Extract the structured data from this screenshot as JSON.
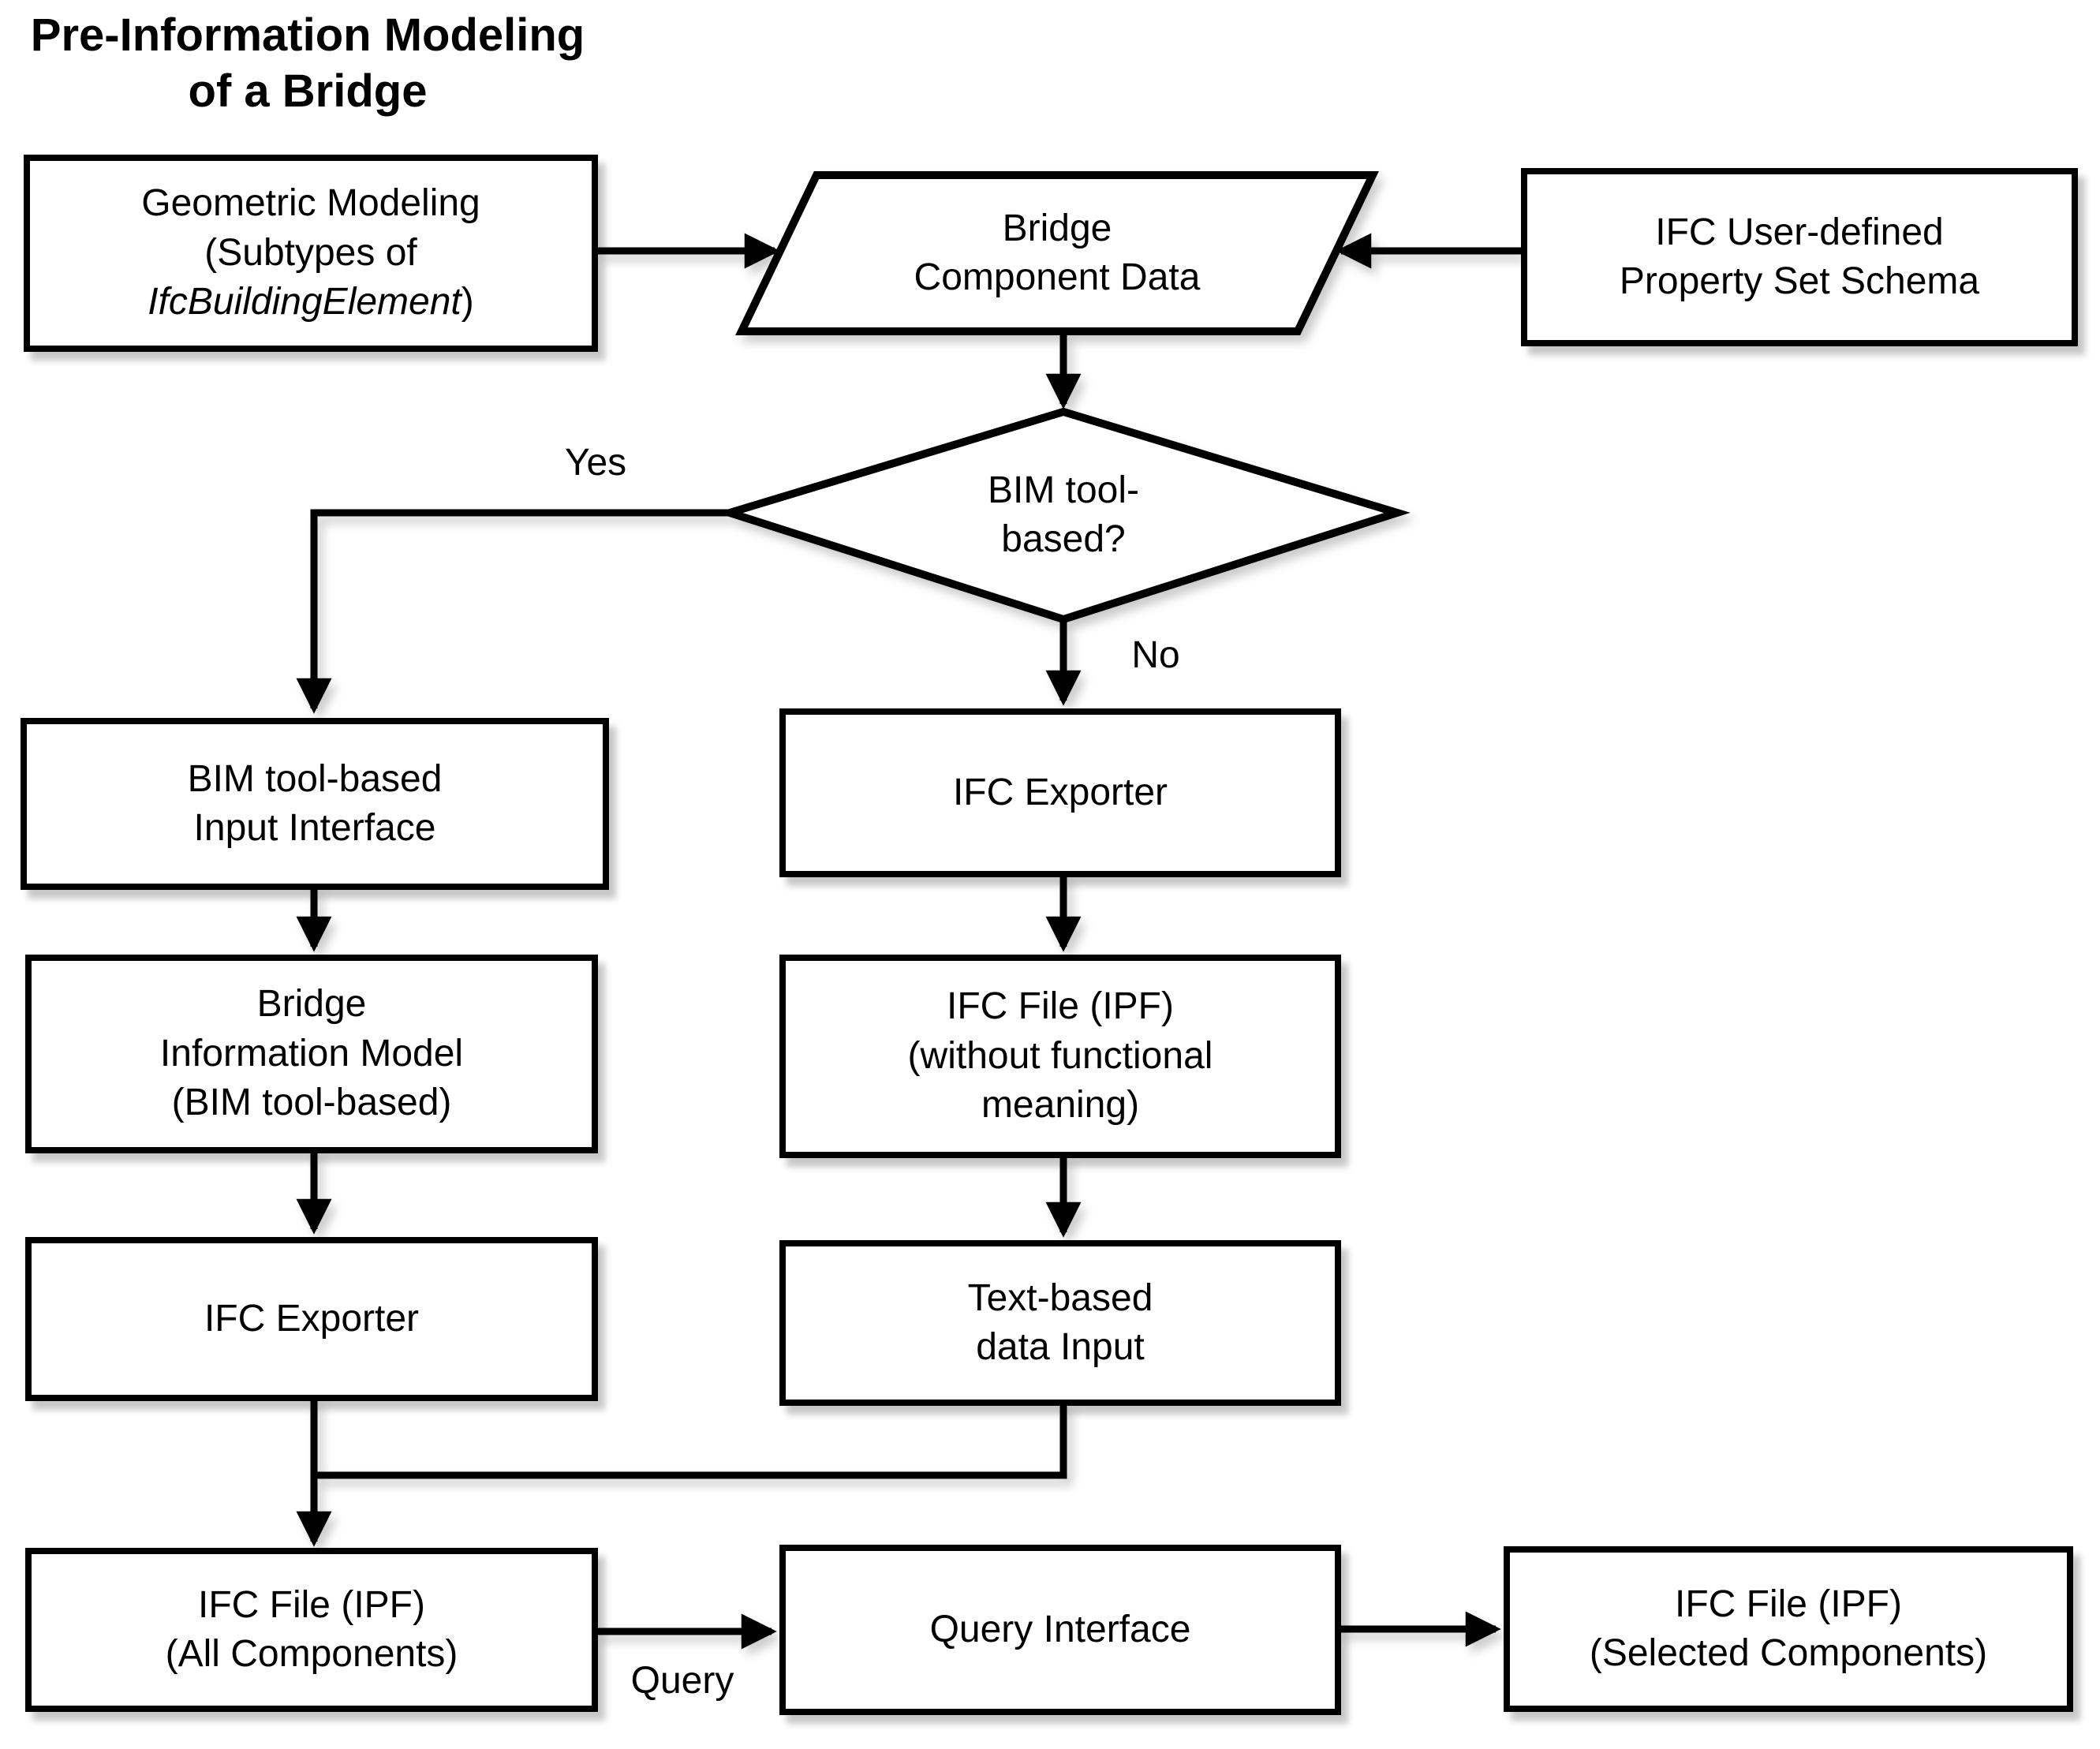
{
  "title": {
    "line1": "Pre-Information Modeling",
    "line2": "of a Bridge"
  },
  "colors": {
    "line": "#000000",
    "background": "#ffffff"
  },
  "nodes": {
    "geometric_modeling": {
      "lines": [
        "Geometric Modeling",
        "(Subtypes of"
      ],
      "line3_italic": "IfcBuildingElement",
      "line3_suffix": ")"
    },
    "bridge_component_data": {
      "lines": [
        "Bridge",
        "Component Data"
      ]
    },
    "ifc_pset_schema": {
      "lines": [
        "IFC User-defined",
        "Property Set Schema"
      ]
    },
    "bim_tool_decision": {
      "lines": [
        "BIM tool-",
        "based?"
      ]
    },
    "bim_input_interface": {
      "lines": [
        "BIM tool-based",
        "Input Interface"
      ]
    },
    "ifc_exporter_right": {
      "lines": [
        "IFC Exporter"
      ]
    },
    "bridge_information_model": {
      "lines": [
        "Bridge",
        "Information Model",
        "(BIM tool-based)"
      ]
    },
    "ifc_file_without_meaning": {
      "lines": [
        "IFC File (IPF)",
        "(without functional",
        "meaning)"
      ]
    },
    "ifc_exporter_left": {
      "lines": [
        "IFC Exporter"
      ]
    },
    "text_based_input": {
      "lines": [
        "Text-based",
        "data Input"
      ]
    },
    "ifc_file_all": {
      "lines": [
        "IFC File (IPF)",
        "(All Components)"
      ]
    },
    "query_interface": {
      "lines": [
        "Query Interface"
      ]
    },
    "ifc_file_selected": {
      "lines": [
        "IFC File (IPF)",
        "(Selected Components)"
      ]
    }
  },
  "edge_labels": {
    "yes": "Yes",
    "no": "No",
    "query": "Query"
  }
}
